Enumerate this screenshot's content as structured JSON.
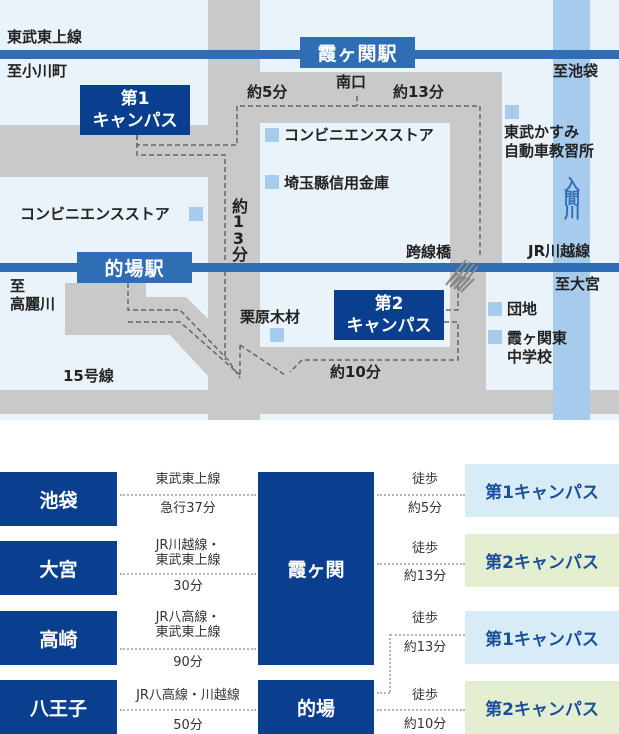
{
  "map": {
    "lines": {
      "tobu": "東武東上線",
      "jr": "JR川越線",
      "route15": "15号線"
    },
    "directions": {
      "ogawamachi": "至小川町",
      "ikebukuro": "至池袋",
      "komagawa_1": "至",
      "komagawa_2": "高麗川",
      "omiya": "至大宮"
    },
    "stations": {
      "kasumigaseki": "霞ヶ関駅",
      "matoba": "的場駅"
    },
    "campus1": {
      "line1": "第1",
      "line2": "キャンパス"
    },
    "campus2": {
      "line1": "第2",
      "line2": "キャンパス"
    },
    "south_exit": "南口",
    "times": {
      "c1_from_kasumi": "約5分",
      "c2_from_kasumi": "約13分",
      "c1_from_matoba": "約13分",
      "c2_from_matoba": "約10分"
    },
    "bridge": "跨線橋",
    "river": "入間川",
    "landmarks": {
      "convenience_1": "コンビニエンスストア",
      "shinkin": "埼玉縣信用金庫",
      "driving_school_1": "東武かすみ",
      "driving_school_2": "自動車教習所",
      "convenience_2": "コンビニエンスストア",
      "kurihara": "栗原木材",
      "danchi": "団地",
      "school_1": "霞ヶ関東",
      "school_2": "中学校"
    }
  },
  "routes": {
    "origins": [
      {
        "name": "池袋",
        "line": "東武東上線",
        "line2": "",
        "time": "急行37分"
      },
      {
        "name": "大宮",
        "line": "JR川越線・",
        "line2": "東武東上線",
        "time": "30分"
      },
      {
        "name": "高崎",
        "line": "JR八高線・",
        "line2": "東武東上線",
        "time": "90分"
      },
      {
        "name": "八王子",
        "line": "JR八高線・川越線",
        "line2": "",
        "time": "50分"
      }
    ],
    "hubs": {
      "kasumigaseki": "霞ヶ関",
      "matoba": "的場"
    },
    "walks": [
      {
        "mode": "徒歩",
        "time": "約5分",
        "campus": "第1キャンパス"
      },
      {
        "mode": "徒歩",
        "time": "約13分",
        "campus": "第2キャンパス"
      },
      {
        "mode": "徒歩",
        "time": "約13分",
        "campus": "第1キャンパス"
      },
      {
        "mode": "徒歩",
        "time": "約10分",
        "campus": "第2キャンパス"
      }
    ],
    "colors": {
      "campus1_bg": "#d7ecf6",
      "campus2_bg": "#e4efd2",
      "box": "#0a3f90"
    }
  }
}
